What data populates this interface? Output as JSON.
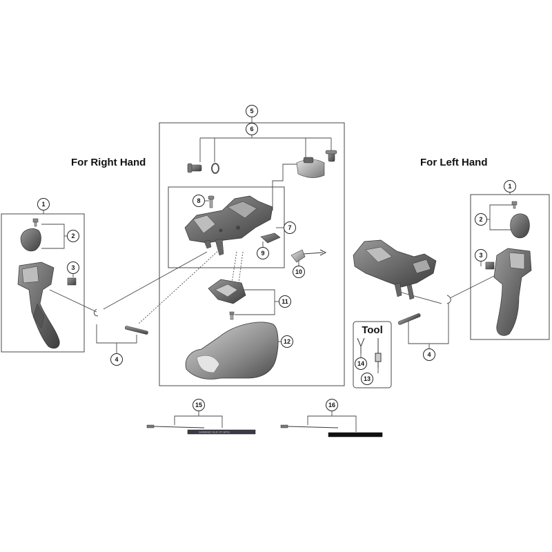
{
  "headings": {
    "right_hand": "For Right Hand",
    "left_hand": "For Left Hand"
  },
  "tool_box": {
    "title": "Tool"
  },
  "callouts": {
    "c5": "5",
    "c6": "6",
    "c7": "7",
    "c8": "8",
    "c9": "9",
    "c10": "10",
    "c11": "11",
    "c12": "12",
    "r1": "1",
    "r2": "2",
    "r3": "3",
    "r4": "4",
    "l1": "1",
    "l2": "2",
    "l3": "3",
    "l4": "4",
    "t13": "13",
    "t14": "14",
    "c15": "15",
    "c16": "16"
  },
  "cable_print": {
    "c15": "SHIMANO SLR  OT-SP41"
  },
  "colors": {
    "line": "#444444",
    "part_dark": "#5a5a5a",
    "part_mid": "#8c8c8c",
    "part_light": "#c4c4c4",
    "housing_dark": "#2b2b2b"
  }
}
